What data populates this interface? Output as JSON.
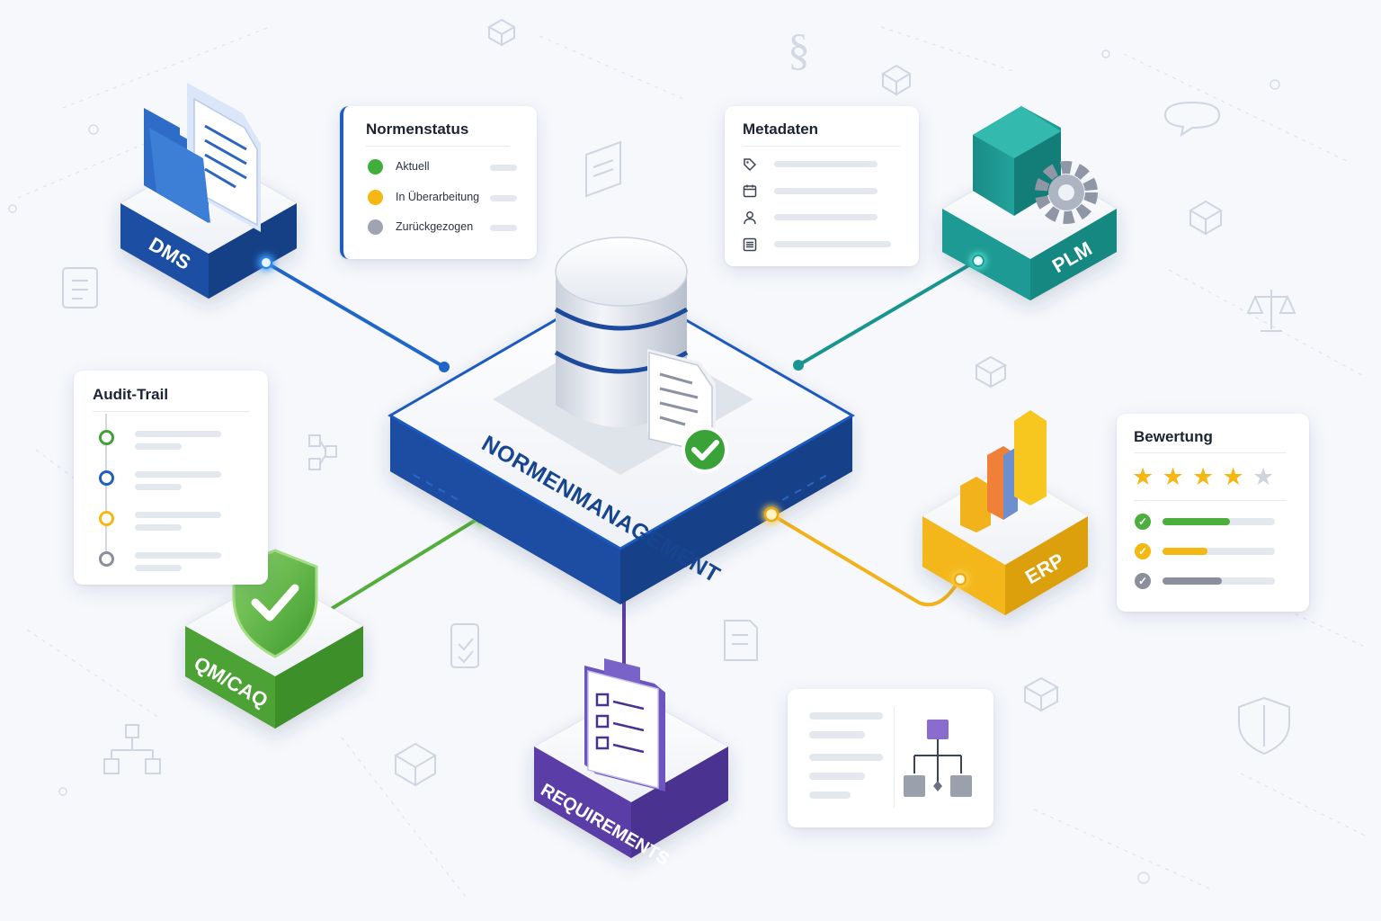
{
  "hub": {
    "label": "NORMENMANAGEMENT"
  },
  "modules": {
    "dms": {
      "label": "DMS",
      "color": "#1d4fa3"
    },
    "plm": {
      "label": "PLM",
      "color": "#17928e"
    },
    "qm": {
      "label": "QM/CAQ",
      "color": "#4a9e35"
    },
    "requirements": {
      "label": "REQUIREMENTS",
      "color": "#5a3ea6"
    },
    "erp": {
      "label": "ERP",
      "color": "#f0b318"
    }
  },
  "normenstatus": {
    "title": "Normenstatus",
    "items": [
      {
        "label": "Aktuell",
        "color": "#3fae3a"
      },
      {
        "label": "In Überarbeitung",
        "color": "#f5b711"
      },
      {
        "label": "Zurückgezogen",
        "color": "#9ea5b1"
      }
    ]
  },
  "metadaten": {
    "title": "Metadaten",
    "icons": [
      "tag-icon",
      "calendar-icon",
      "user-icon",
      "list-icon"
    ]
  },
  "audit_trail": {
    "title": "Audit-Trail",
    "colors": [
      "#3fa037",
      "#1f5fbd",
      "#f5b711",
      "#8a909b"
    ]
  },
  "bewertung": {
    "title": "Bewertung",
    "stars": 4,
    "stars_total": 5,
    "star_color": "#f5b711",
    "levels": [
      {
        "color": "#4caf3d",
        "fraction": 0.6
      },
      {
        "color": "#f5b711",
        "fraction": 0.4
      },
      {
        "color": "#8a909b",
        "fraction": 0.53
      }
    ]
  }
}
